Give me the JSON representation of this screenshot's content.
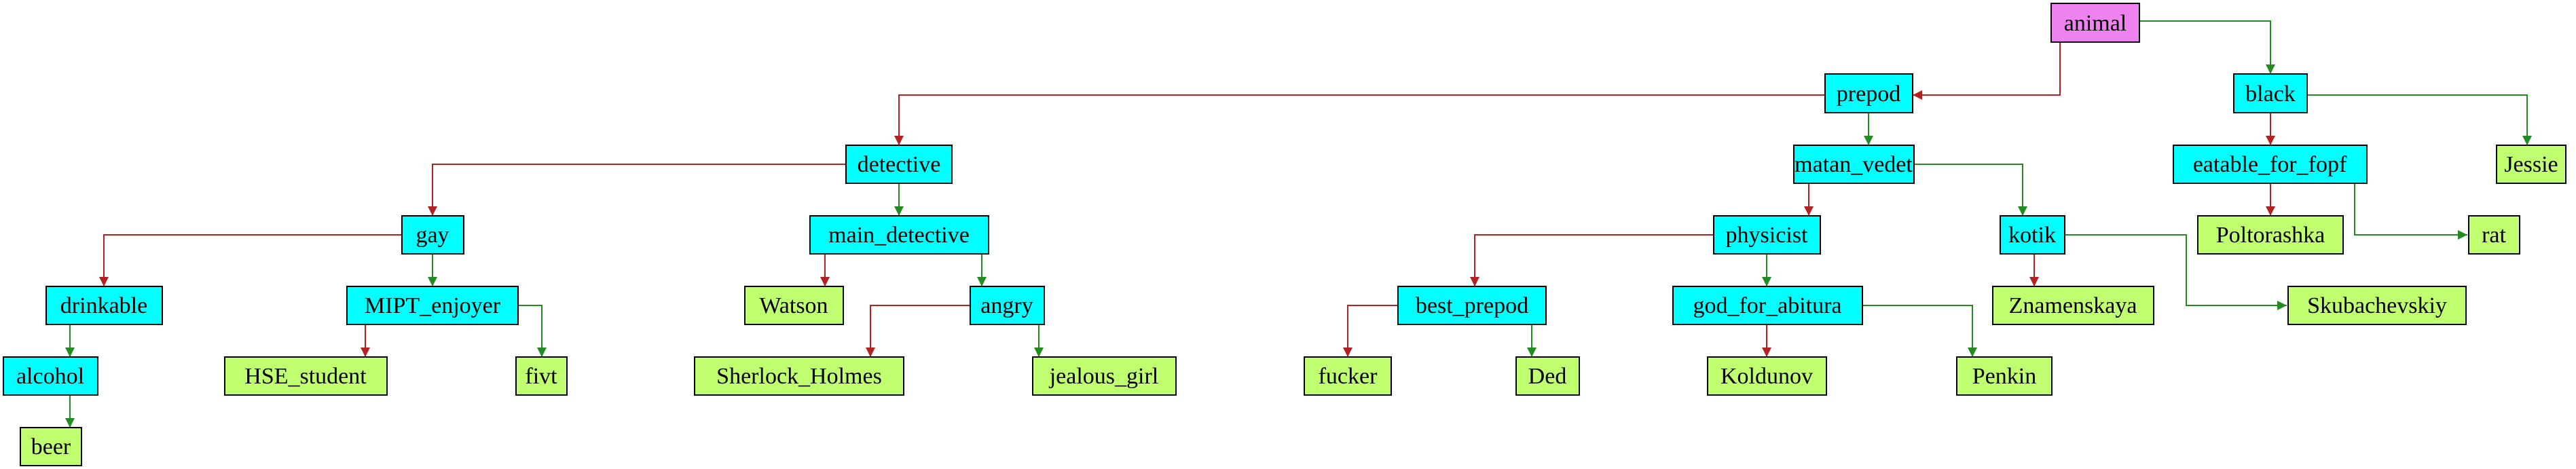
{
  "colors": {
    "root": "#ee82ee",
    "question": "#00ffff",
    "answer": "#c0ff70",
    "yes_edge": "#b22222",
    "no_edge": "#228b22",
    "border": "#000000"
  },
  "nodes": {
    "animal": "animal",
    "prepod": "prepod",
    "black": "black",
    "detective": "detective",
    "matan_vedet": "matan_vedet",
    "eatable": "eatable_for_fopf",
    "jessie": "Jessie",
    "gay": "gay",
    "main_detective": "main_detective",
    "physicist": "physicist",
    "kotik": "kotik",
    "poltorashka": "Poltorashka",
    "rat": "rat",
    "drinkable": "drinkable",
    "mipt_enjoyer": "MIPT_enjoyer",
    "watson": "Watson",
    "angry": "angry",
    "best_prepod": "best_prepod",
    "god_for_abitura": "god_for_abitura",
    "znamenskaya": "Znamenskaya",
    "skubachevskiy": "Skubachevskiy",
    "alcohol": "alcohol",
    "hse_student": "HSE_student",
    "fivt": "fivt",
    "sherlock": "Sherlock_Holmes",
    "jealous_girl": "jealous_girl",
    "fucker": "fucker",
    "ded": "Ded",
    "koldunov": "Koldunov",
    "penkin": "Penkin",
    "beer": "beer"
  }
}
